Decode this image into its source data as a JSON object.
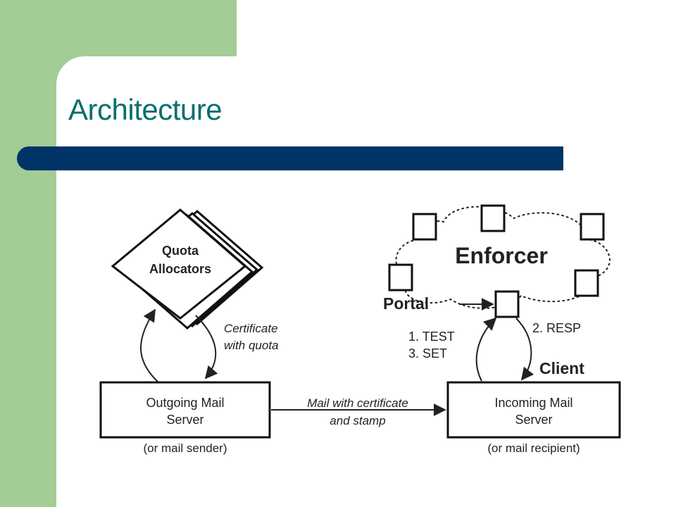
{
  "slide": {
    "title": "Architecture",
    "colors": {
      "accent_green": "#a3cd94",
      "title_teal": "#0b6f6f",
      "bar_navy": "#003366"
    }
  },
  "diagram": {
    "quota_allocators": {
      "line1": "Quota",
      "line2": "Allocators"
    },
    "certificate_label": {
      "line1": "Certificate",
      "line2": "with quota"
    },
    "outgoing_server": {
      "line1": "Outgoing Mail",
      "line2": "Server",
      "caption": "(or mail sender)"
    },
    "incoming_server": {
      "line1": "Incoming Mail",
      "line2": "Server",
      "caption": "(or mail recipient)"
    },
    "mail_label": {
      "line1": "Mail with certificate",
      "line2": "and stamp"
    },
    "enforcer_label": "Enforcer",
    "portal_label": "Portal",
    "client_label": "Client",
    "test_label": "1. TEST",
    "set_label": "3. SET",
    "resp_label": "2. RESP"
  }
}
